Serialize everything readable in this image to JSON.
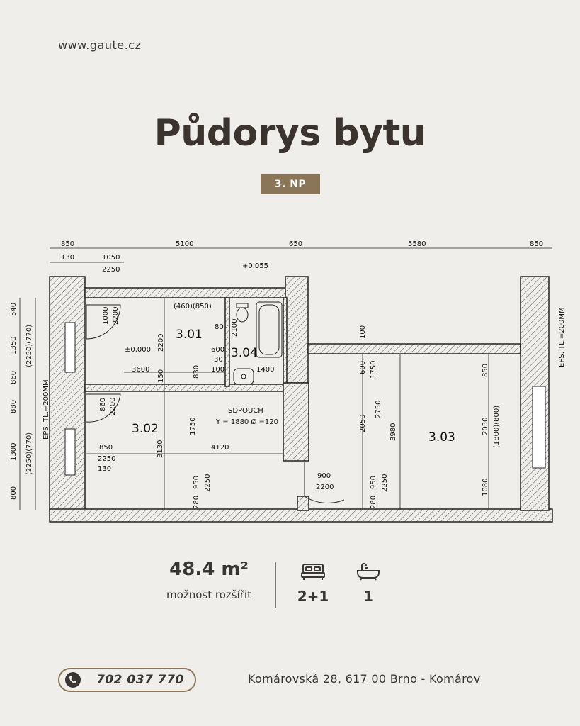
{
  "header": {
    "website": "www.gaute.cz",
    "title": "Půdorys bytu",
    "floor_badge": "3. NP"
  },
  "plan": {
    "rooms": {
      "r301": "3.01",
      "r302": "3.02",
      "r303": "3.03",
      "r304": "3.04"
    },
    "labels": {
      "level": "+0.055",
      "zero": "±0,000",
      "sdpouch": "SDPOUCH",
      "sdpouch2": "Y = 1880 Ø =120",
      "eps_left": "EPS. TL.=200MM",
      "eps_right": "EPS. TL.=200MM"
    },
    "dims_top": [
      "850",
      "130",
      "1050",
      "2250",
      "5100",
      "650",
      "5580",
      "850"
    ],
    "dims_left": [
      "540",
      "1350",
      "(2250)(770)",
      "860",
      "880",
      "1300",
      "(2250)(770)",
      "800"
    ],
    "dims_inner": [
      "1000",
      "2200",
      "(460)(850)",
      "80",
      "2100",
      "600",
      "30",
      "100",
      "2200",
      "3600",
      "830",
      "150",
      "1400",
      "100",
      "600",
      "1750",
      "850",
      "860",
      "2200",
      "1750",
      "3130",
      "850",
      "2250",
      "130",
      "4120",
      "950",
      "2250",
      "280",
      "900",
      "2200",
      "2050",
      "2750",
      "3980",
      "950",
      "2250",
      "280",
      "2050",
      "(1800)(800)",
      "1080"
    ]
  },
  "summary": {
    "area": "48.4 m²",
    "area_note": "možnost rozšířit",
    "rooms_icon": "bed-icon",
    "rooms": "2+1",
    "bath_icon": "bathtub-icon",
    "baths": "1"
  },
  "footer": {
    "phone_icon": "phone-icon",
    "phone": "702 037 770",
    "address": "Komárovská 28, 617 00 Brno - Komárov"
  },
  "colors": {
    "accent": "#8b7558",
    "text": "#3a3633",
    "background": "#efeeeb"
  }
}
